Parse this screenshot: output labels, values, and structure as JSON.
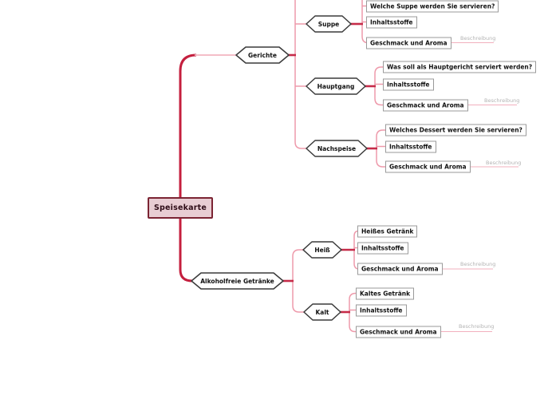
{
  "root": {
    "label": "Speisekarte"
  },
  "branches": [
    {
      "label": "Gerichte",
      "children": [
        {
          "label": "Suppe",
          "leaves": [
            "Welche Suppe werden Sie servieren?",
            "Inhaltsstoffe",
            "Geschmack und Aroma"
          ],
          "edge_label": "Beschreibung"
        },
        {
          "label": "Hauptgang",
          "leaves": [
            "Was soll als Hauptgericht serviert werden?",
            "Inhaltsstoffe",
            "Geschmack und Aroma"
          ],
          "edge_label": "Beschreibung"
        },
        {
          "label": "Nachspeise",
          "leaves": [
            "Welches Dessert werden Sie servieren?",
            "Inhaltsstoffe",
            "Geschmack und Aroma"
          ],
          "edge_label": "Beschreibung"
        }
      ]
    },
    {
      "label": "Alkoholfreie Getränke",
      "children": [
        {
          "label": "Heiß",
          "leaves": [
            "Heißes Getränk",
            "Inhaltsstoffe",
            "Geschmack und Aroma"
          ],
          "edge_label": "Beschreibung"
        },
        {
          "label": "Kalt",
          "leaves": [
            "Kaltes Getränk",
            "Inhaltsstoffe",
            "Geschmack und Aroma"
          ],
          "edge_label": "Beschreibung"
        }
      ]
    }
  ],
  "colors": {
    "trunk": "#c41f3e",
    "branch_stub": "#c62b49",
    "connector_pink": "#ee9aab",
    "connector_light": "#f2b4c1",
    "root_fill": "#e8cdd3",
    "root_border": "#7b2433",
    "root_text": "#2f0d18",
    "hexagon_border": "#3a3a3a",
    "leaf_border": "#9a9a9a",
    "edge_label_text": "#b3b3b3"
  }
}
